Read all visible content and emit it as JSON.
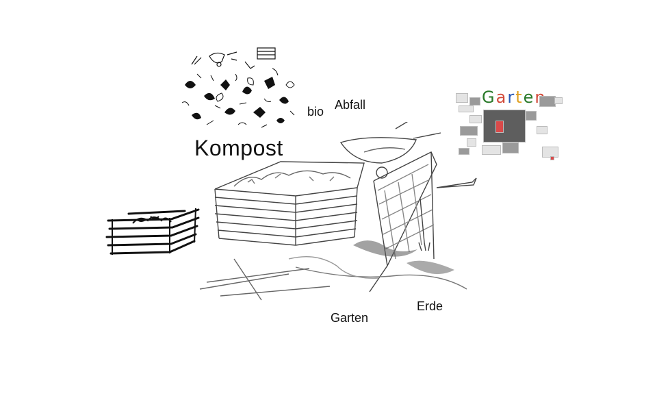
{
  "labels": {
    "kompost": "Kompost",
    "bio": "bio",
    "abfall": "Abfall",
    "garten": "Garten",
    "erde": "Erde"
  },
  "collage": {
    "title_letters": [
      "G",
      "a",
      "r",
      "t",
      "e",
      "n"
    ],
    "title_colors": [
      "#2a7a2a",
      "#d24a3a",
      "#2a5ab8",
      "#e0a020",
      "#2a7a2a",
      "#d24a3a"
    ]
  },
  "colors": {
    "ink": "#111111",
    "background": "#ffffff"
  },
  "icons": {
    "doodle_sheet": "leaf-tool-doodles-illustration",
    "small_bin": "stacked-wood-compost-bin-sketch",
    "main_scene": "compost-bin-wheelbarrow-sieve-sketch"
  }
}
